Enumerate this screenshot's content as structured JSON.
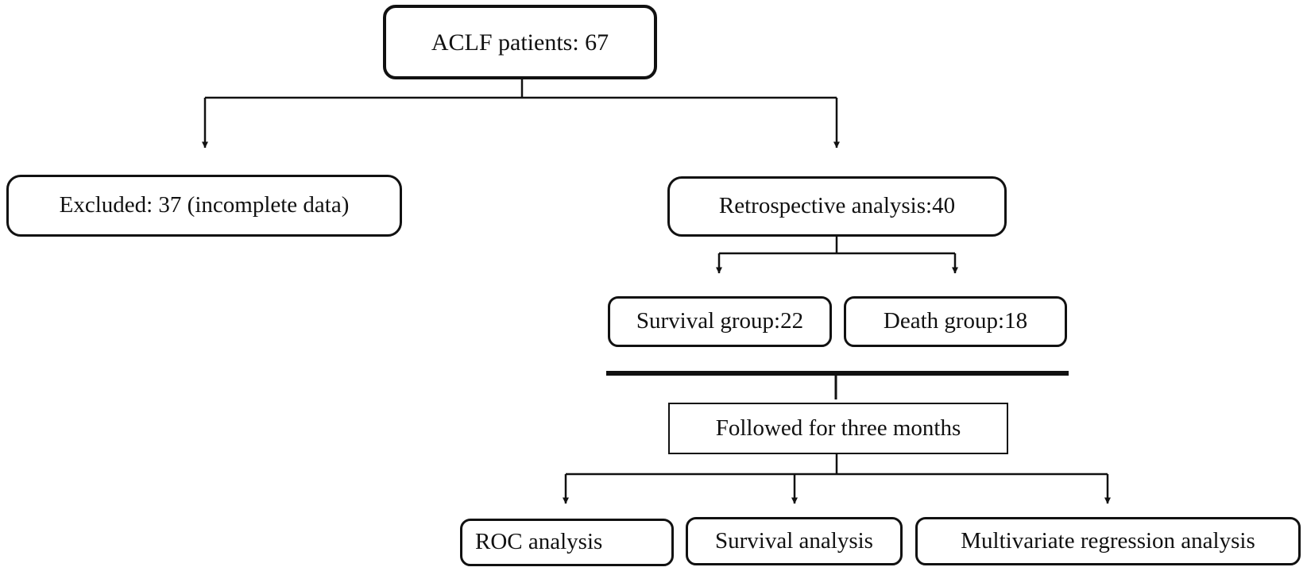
{
  "diagram": {
    "type": "flowchart",
    "background_color": "#ffffff",
    "line_color": "#111111",
    "text_color": "#111111",
    "nodes": {
      "root": {
        "label": "ACLF patients: 67"
      },
      "excluded": {
        "label": "Excluded: 37 (incomplete data)"
      },
      "retrospective": {
        "label": "Retrospective analysis:40"
      },
      "survival_group": {
        "label": "Survival group:22"
      },
      "death_group": {
        "label": "Death group:18"
      },
      "followed": {
        "label": "Followed for three months"
      },
      "roc": {
        "label": "ROC analysis"
      },
      "survival_analysis": {
        "label": "Survival analysis"
      },
      "multivariate": {
        "label": "Multivariate regression analysis"
      }
    },
    "edges": [
      {
        "from": "root",
        "to": "excluded",
        "style": "arrow"
      },
      {
        "from": "root",
        "to": "retrospective",
        "style": "arrow"
      },
      {
        "from": "retrospective",
        "to": "survival_group",
        "style": "arrow"
      },
      {
        "from": "retrospective",
        "to": "death_group",
        "style": "arrow"
      },
      {
        "from": "survival_group + death_group",
        "to": "followed",
        "style": "bar-connector"
      },
      {
        "from": "followed",
        "to": "roc",
        "style": "arrow"
      },
      {
        "from": "followed",
        "to": "survival_analysis",
        "style": "arrow"
      },
      {
        "from": "followed",
        "to": "multivariate",
        "style": "arrow"
      }
    ]
  }
}
